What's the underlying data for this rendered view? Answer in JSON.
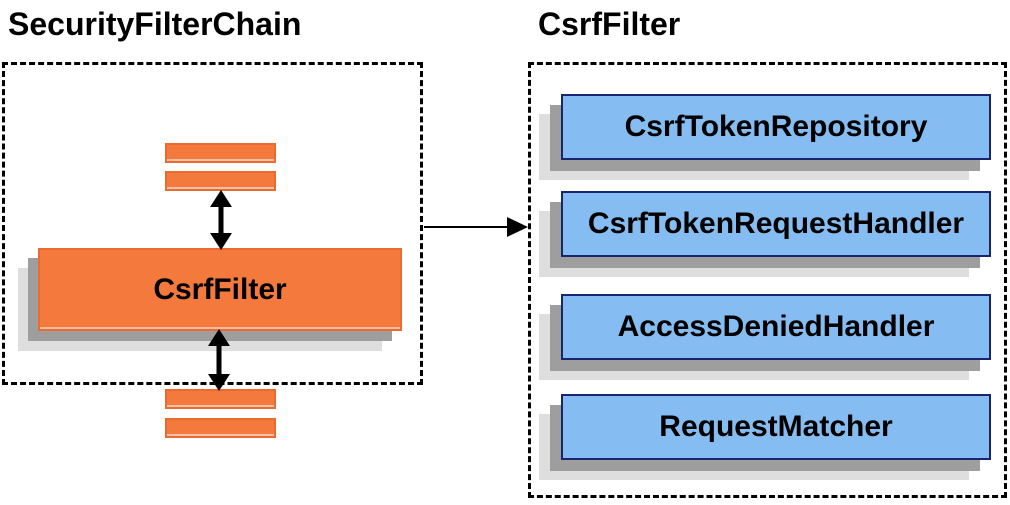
{
  "left_panel": {
    "title": "SecurityFilterChain",
    "filter_box_label": "CsrfFilter"
  },
  "right_panel": {
    "title": "CsrfFilter",
    "components": [
      {
        "label": "CsrfTokenRepository"
      },
      {
        "label": "CsrfTokenRequestHandler"
      },
      {
        "label": "AccessDeniedHandler"
      },
      {
        "label": "RequestMatcher"
      }
    ]
  },
  "colors": {
    "orange_fill": "#f4793d",
    "orange_border": "#ea6a30",
    "blue_fill": "#85bdf2",
    "blue_border": "#17266e",
    "shadow_dark": "#9e9e9e",
    "shadow_light": "#dedede",
    "arrow": "#000000",
    "dashed_border": "#000000"
  }
}
